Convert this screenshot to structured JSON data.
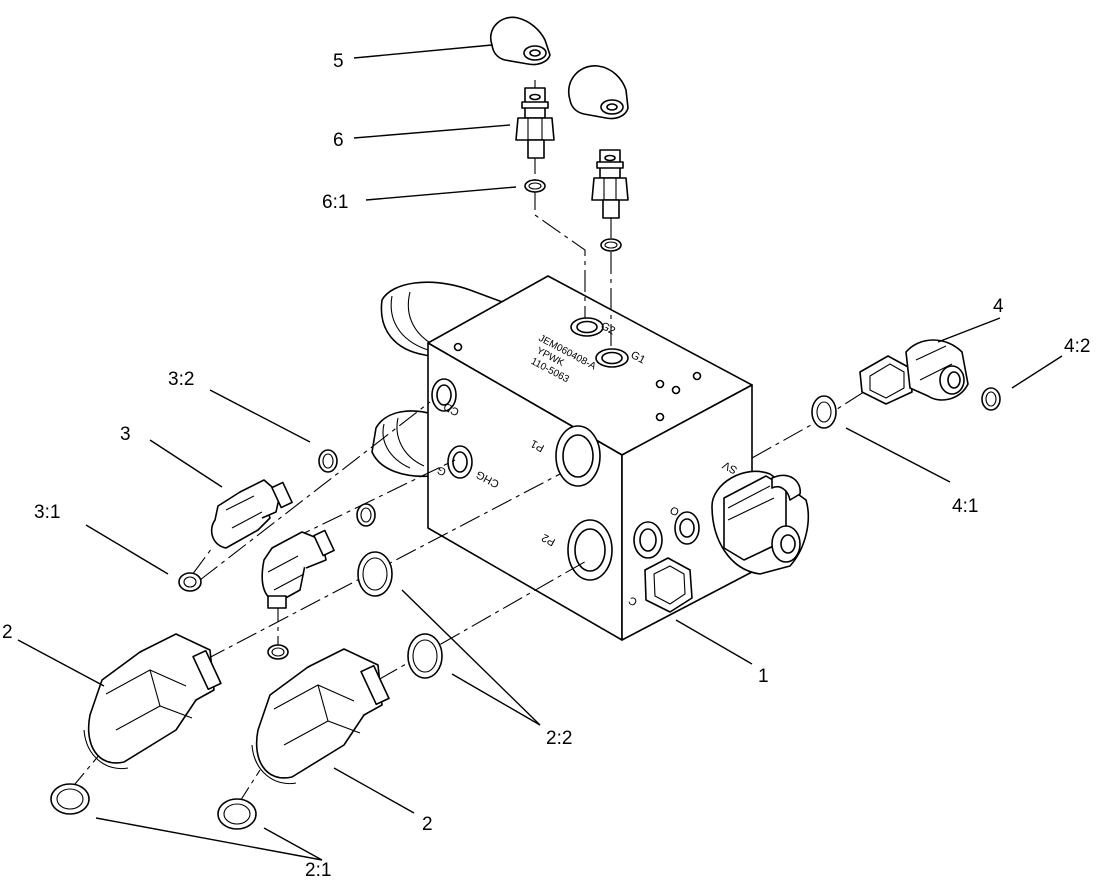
{
  "callouts": {
    "c1": "1",
    "c2a": "2",
    "c2b": "2",
    "c2_1": "2:1",
    "c2_2": "2:2",
    "c3": "3",
    "c3_1": "3:1",
    "c3_2": "3:2",
    "c4": "4",
    "c4_1": "4:1",
    "c4_2": "4:2",
    "c5": "5",
    "c6": "6",
    "c6_1": "6:1"
  },
  "block_markings": {
    "serial": "JEM060408-A",
    "code": "YPWK",
    "part_no": "110-5063",
    "port_g1": "G1",
    "port_g2": "G2",
    "port_cd": "CD",
    "port_chg": "CHG",
    "port_p1": "P1",
    "port_p2": "P2",
    "port_sv": "SV",
    "port_c": "C",
    "port_o": "O",
    "port_g": "G"
  }
}
